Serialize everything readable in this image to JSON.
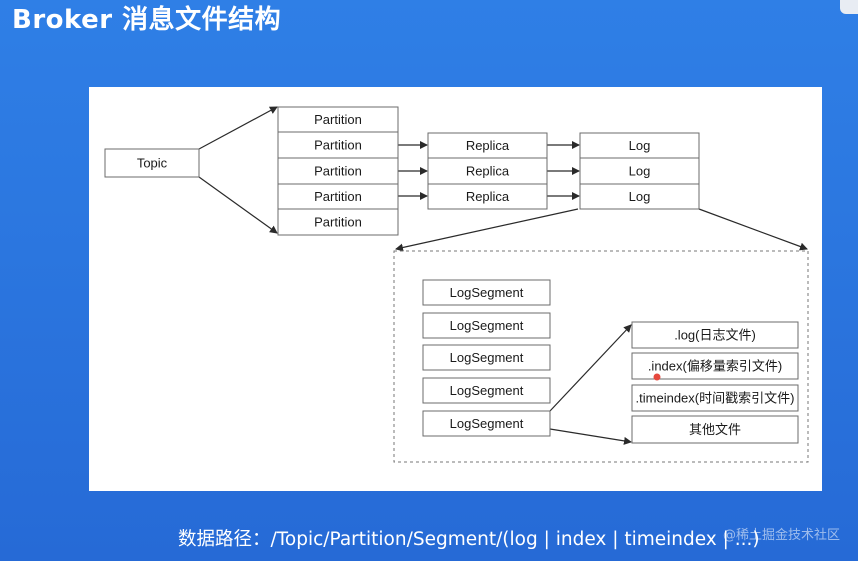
{
  "slide": {
    "title": "Broker 消息文件结构",
    "footer": "数据路径：/Topic/Partition/Segment/(log | index | timeindex | ...)",
    "watermark": "@稀土掘金技术社区"
  },
  "diagram": {
    "topic": "Topic",
    "partitions": [
      "Partition",
      "Partition",
      "Partition",
      "Partition",
      "Partition"
    ],
    "replicas": [
      "Replica",
      "Replica",
      "Replica"
    ],
    "logs": [
      "Log",
      "Log",
      "Log"
    ],
    "log_segments": [
      "LogSegment",
      "LogSegment",
      "LogSegment",
      "LogSegment",
      "LogSegment"
    ],
    "segment_files": [
      ".log(日志文件)",
      ".index(偏移量索引文件)",
      ".timeindex(时间戳索引文件)",
      "其他文件"
    ]
  }
}
